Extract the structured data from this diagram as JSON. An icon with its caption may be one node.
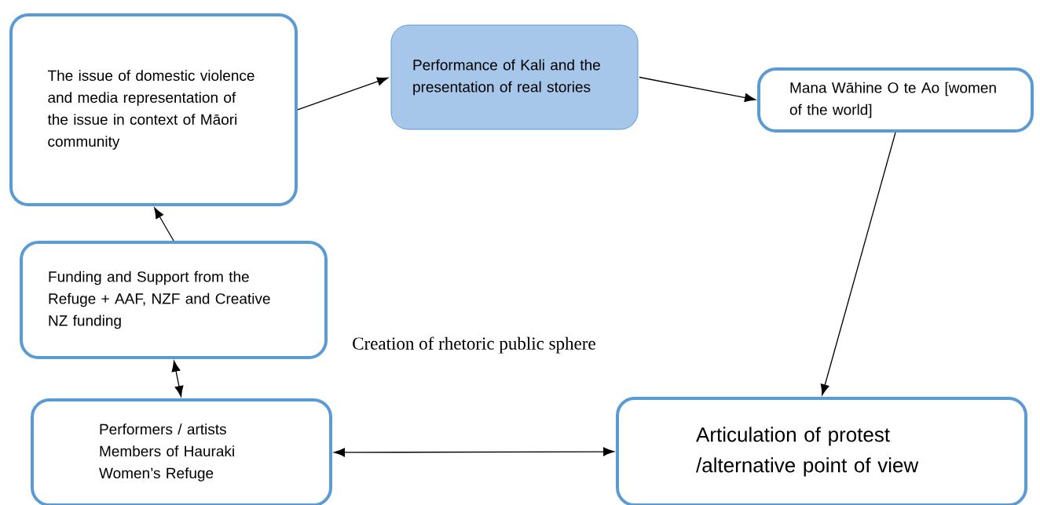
{
  "diagram": {
    "nodes": [
      {
        "text": [
          "The issue of domestic violence and media representation of the issue in context of Māori community"
        ]
      },
      {
        "text": [
          "Performance of Kali and the presentation of real stories"
        ]
      },
      {
        "text": [
          "Mana Wāhine O te Ao [women of the world]"
        ]
      },
      {
        "text": [
          "Funding and Support from the Refuge + AAF, NZF and Creative NZ funding"
        ]
      },
      {
        "text": [
          "Performers / artists Members of Hauraki Women’s Refuge"
        ]
      },
      {
        "text": [
          "Articulation of protest /alternative point of view"
        ]
      }
    ],
    "edges": [
      {
        "from": 0,
        "to": 1,
        "arrow": "to"
      },
      {
        "from": 1,
        "to": 2,
        "arrow": "to"
      },
      {
        "from": 2,
        "to": 5,
        "arrow": "to"
      },
      {
        "from": 3,
        "to": 0,
        "arrow": "to"
      },
      {
        "from": 3,
        "to": 4,
        "arrow": "both"
      },
      {
        "from": 4,
        "to": 5,
        "arrow": "both"
      }
    ],
    "labels": [
      "Creation of rhetoric public sphere"
    ]
  }
}
